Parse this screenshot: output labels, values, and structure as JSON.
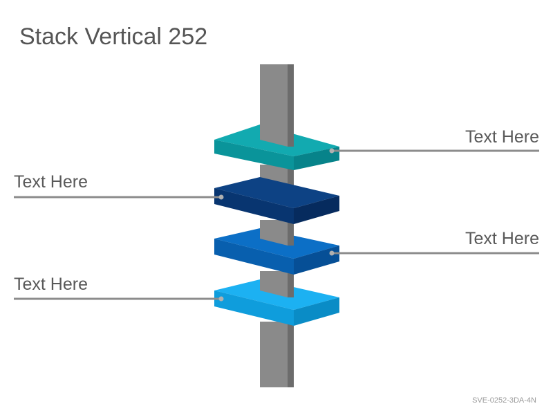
{
  "slide": {
    "title": "Stack Vertical 252",
    "code": "SVE-0252-3DA-4N"
  },
  "layers": [
    {
      "label": "Text Here",
      "side": "right",
      "color_top": "#0fa3a8",
      "color_front": "#07898e"
    },
    {
      "label": "Text Here",
      "side": "left",
      "color_top": "#0b3c78",
      "color_front": "#072f62"
    },
    {
      "label": "Text Here",
      "side": "right",
      "color_top": "#0a67bd",
      "color_front": "#0756a3"
    },
    {
      "label": "Text Here",
      "side": "left",
      "color_top": "#15a9ee",
      "color_front": "#0f95d6"
    }
  ],
  "pole": {
    "color_front": "#8a8a8a",
    "color_side": "#6c6c6c"
  },
  "connector_color": "#8c8c8c"
}
